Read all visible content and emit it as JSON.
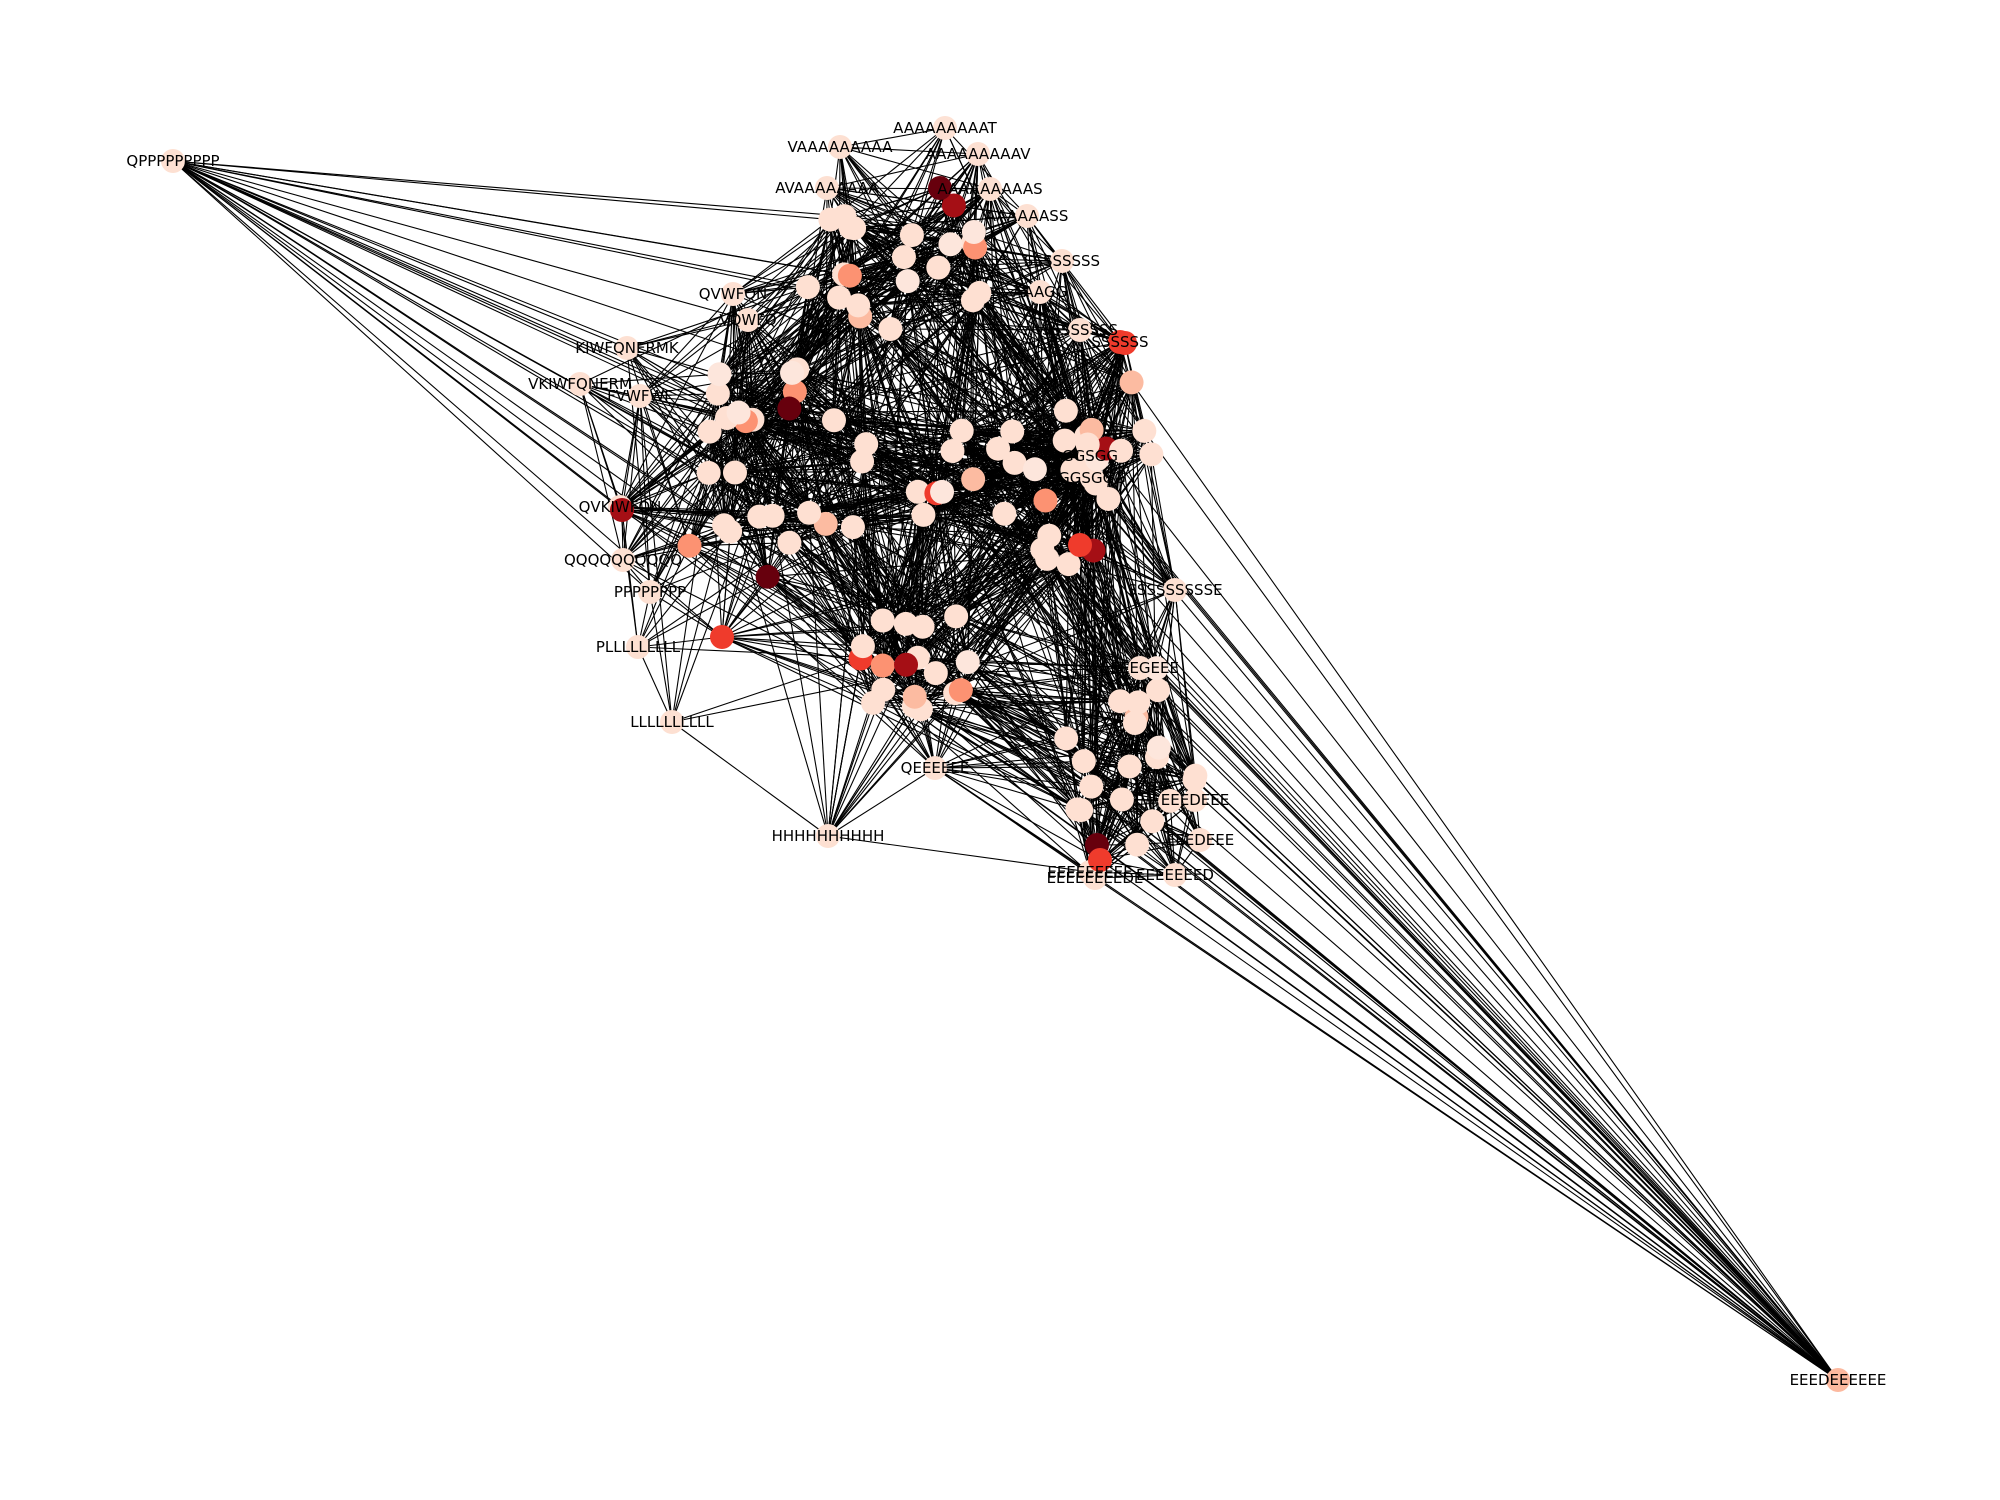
{
  "figure": {
    "type": "network-graph",
    "edge_color": "#000000",
    "node_colormap": "Reds",
    "background": "#ffffff"
  },
  "node_labels": [
    "QPPPPPPPPP",
    "EEEDEEEEEE",
    "HHHHHHHHHH",
    "LLLLLLLLLL",
    "PLLLLLLLLL",
    "AAAAAAAAAT",
    "VAAAAAAAAA",
    "AAAAAAAAAV",
    "AVAAAAAAAA",
    "AAAAAAAAAS",
    "AAAAAASS",
    "SSSSSSSS",
    "SSSSSSSS",
    "SSSSSS",
    "QVWFQN",
    "VQWFQ",
    "KIWFQNERMK",
    "VKIWFQNERM",
    "FVWFWF",
    "QVKIWFQN",
    "QQQQQQQQQQ",
    "PPPPPPPP",
    "SSSSSSSSSE",
    "EEEEGEEE",
    "EEEDEEE",
    "EEEDEEE",
    "EEEEEEEEE",
    "EEEEEEEEDE",
    "EEEEEEED",
    "GGSGG",
    "GGSGGG",
    "QEEEEEE",
    "AAAGG"
  ]
}
